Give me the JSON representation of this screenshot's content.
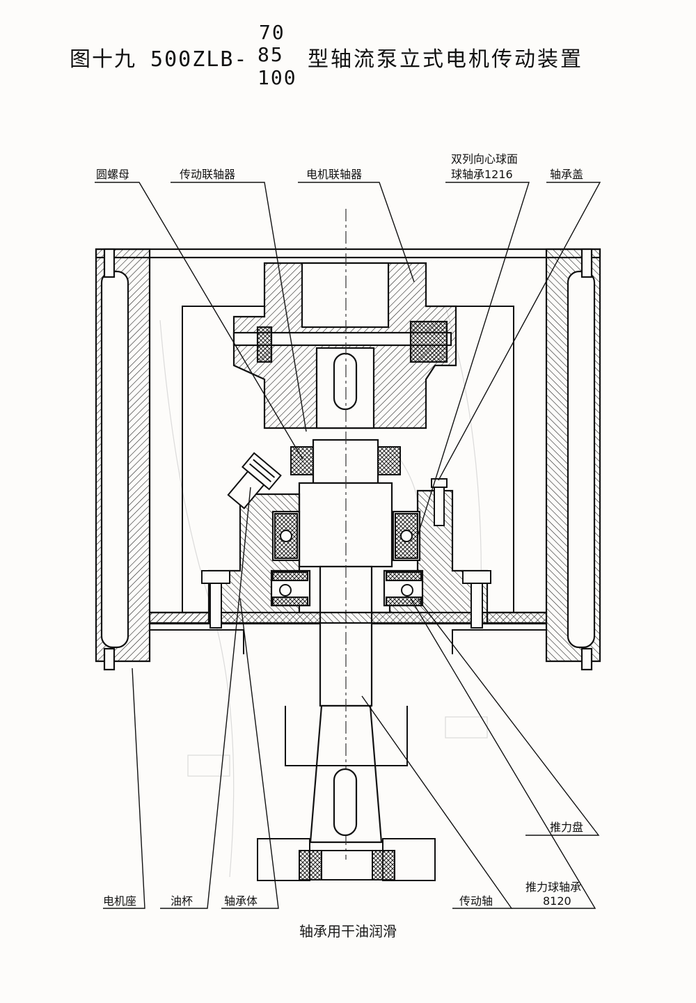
{
  "title": {
    "prefix": "图十九 500ZLB-",
    "model_numbers": [
      "70",
      "85",
      "100"
    ],
    "suffix": "型轴流泵立式电机传动装置"
  },
  "labels": {
    "round_nut": "圆螺母",
    "drive_coupling": "传动联轴器",
    "motor_coupling": "电机联轴器",
    "ball_bearing_line1": "双列向心球面",
    "ball_bearing_line2": "球轴承1216",
    "bearing_cap": "轴承盖",
    "thrust_disc": "推力盘",
    "thrust_bearing_line1": "推力球轴承",
    "thrust_bearing_line2": "8120",
    "motor_base": "电机座",
    "oil_cup": "油杯",
    "bearing_body": "轴承体",
    "drive_shaft": "传动轴"
  },
  "caption": "轴承用干油润滑"
}
